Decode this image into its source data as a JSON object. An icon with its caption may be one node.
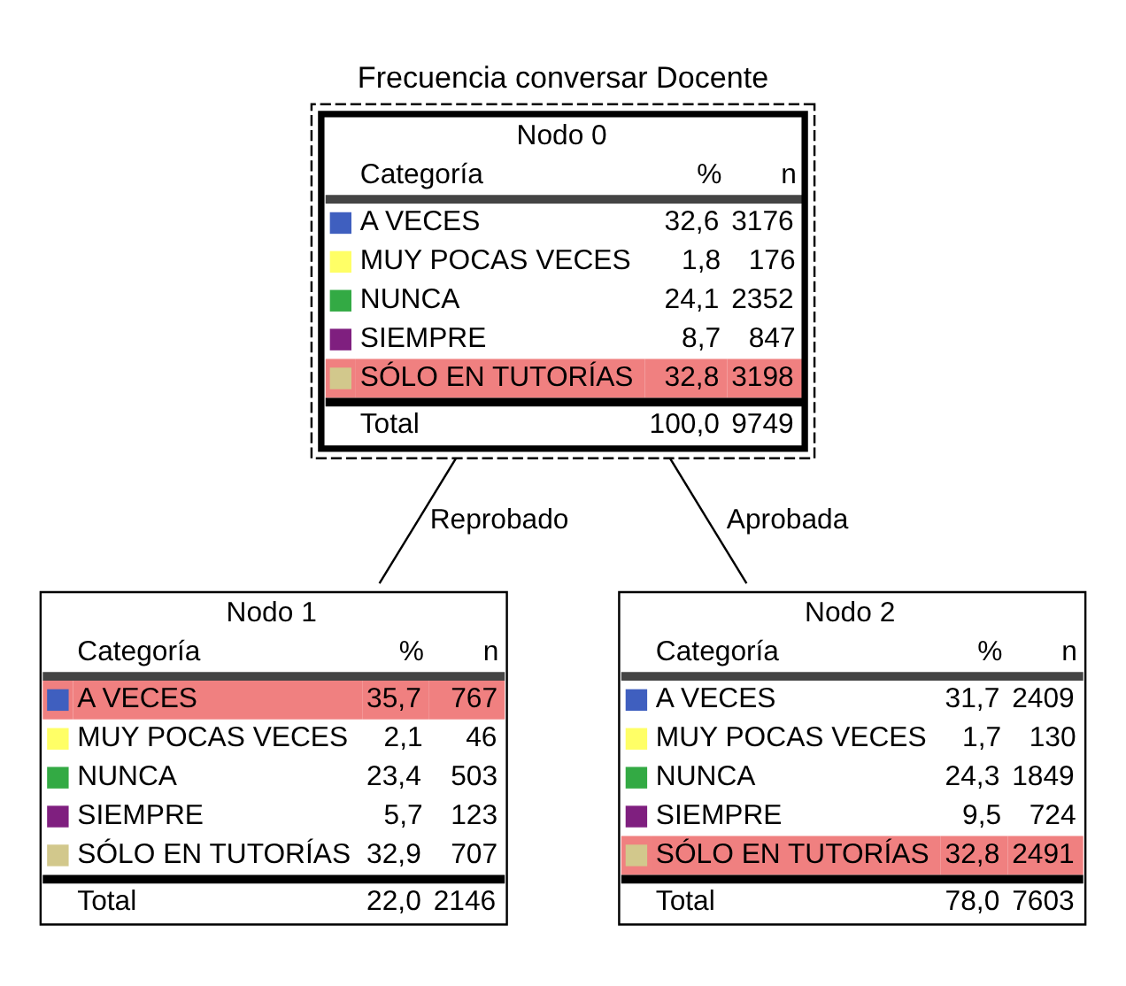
{
  "diagram": {
    "title": "Frecuencia conversar Docente",
    "nodes": [
      {
        "text": [
          "Nodo 0",
          "Categoría",
          "%",
          "n",
          "A VECES",
          "32,6",
          "3176",
          "MUY POCAS VECES",
          "1,8",
          "176",
          "NUNCA",
          "24,1",
          "2352",
          "SIEMPRE",
          "8,7",
          "847",
          "SÓLO EN TUTORÍAS",
          "32,8",
          "3198",
          "Total",
          "100,0",
          "9749"
        ]
      },
      {
        "text": [
          "Nodo 1",
          "Categoría",
          "%",
          "n",
          "A VECES",
          "35,7",
          "767",
          "MUY POCAS VECES",
          "2,1",
          "46",
          "NUNCA",
          "23,4",
          "503",
          "SIEMPRE",
          "5,7",
          "123",
          "SÓLO EN TUTORÍAS",
          "32,9",
          "707",
          "Total",
          "22,0",
          "2146"
        ]
      },
      {
        "text": [
          "Nodo 2",
          "Categoría",
          "%",
          "n",
          "A VECES",
          "31,7",
          "2409",
          "MUY POCAS VECES",
          "1,7",
          "130",
          "NUNCA",
          "24,3",
          "1849",
          "SIEMPRE",
          "9,5",
          "724",
          "SÓLO EN TUTORÍAS",
          "32,8",
          "2491",
          "Total",
          "78,0",
          "7603"
        ]
      }
    ],
    "edges": [
      {
        "from": 0,
        "to": 1,
        "arrow": "none",
        "label": "Reprobado"
      },
      {
        "from": 0,
        "to": 2,
        "arrow": "none",
        "label": "Aprobada"
      }
    ]
  }
}
